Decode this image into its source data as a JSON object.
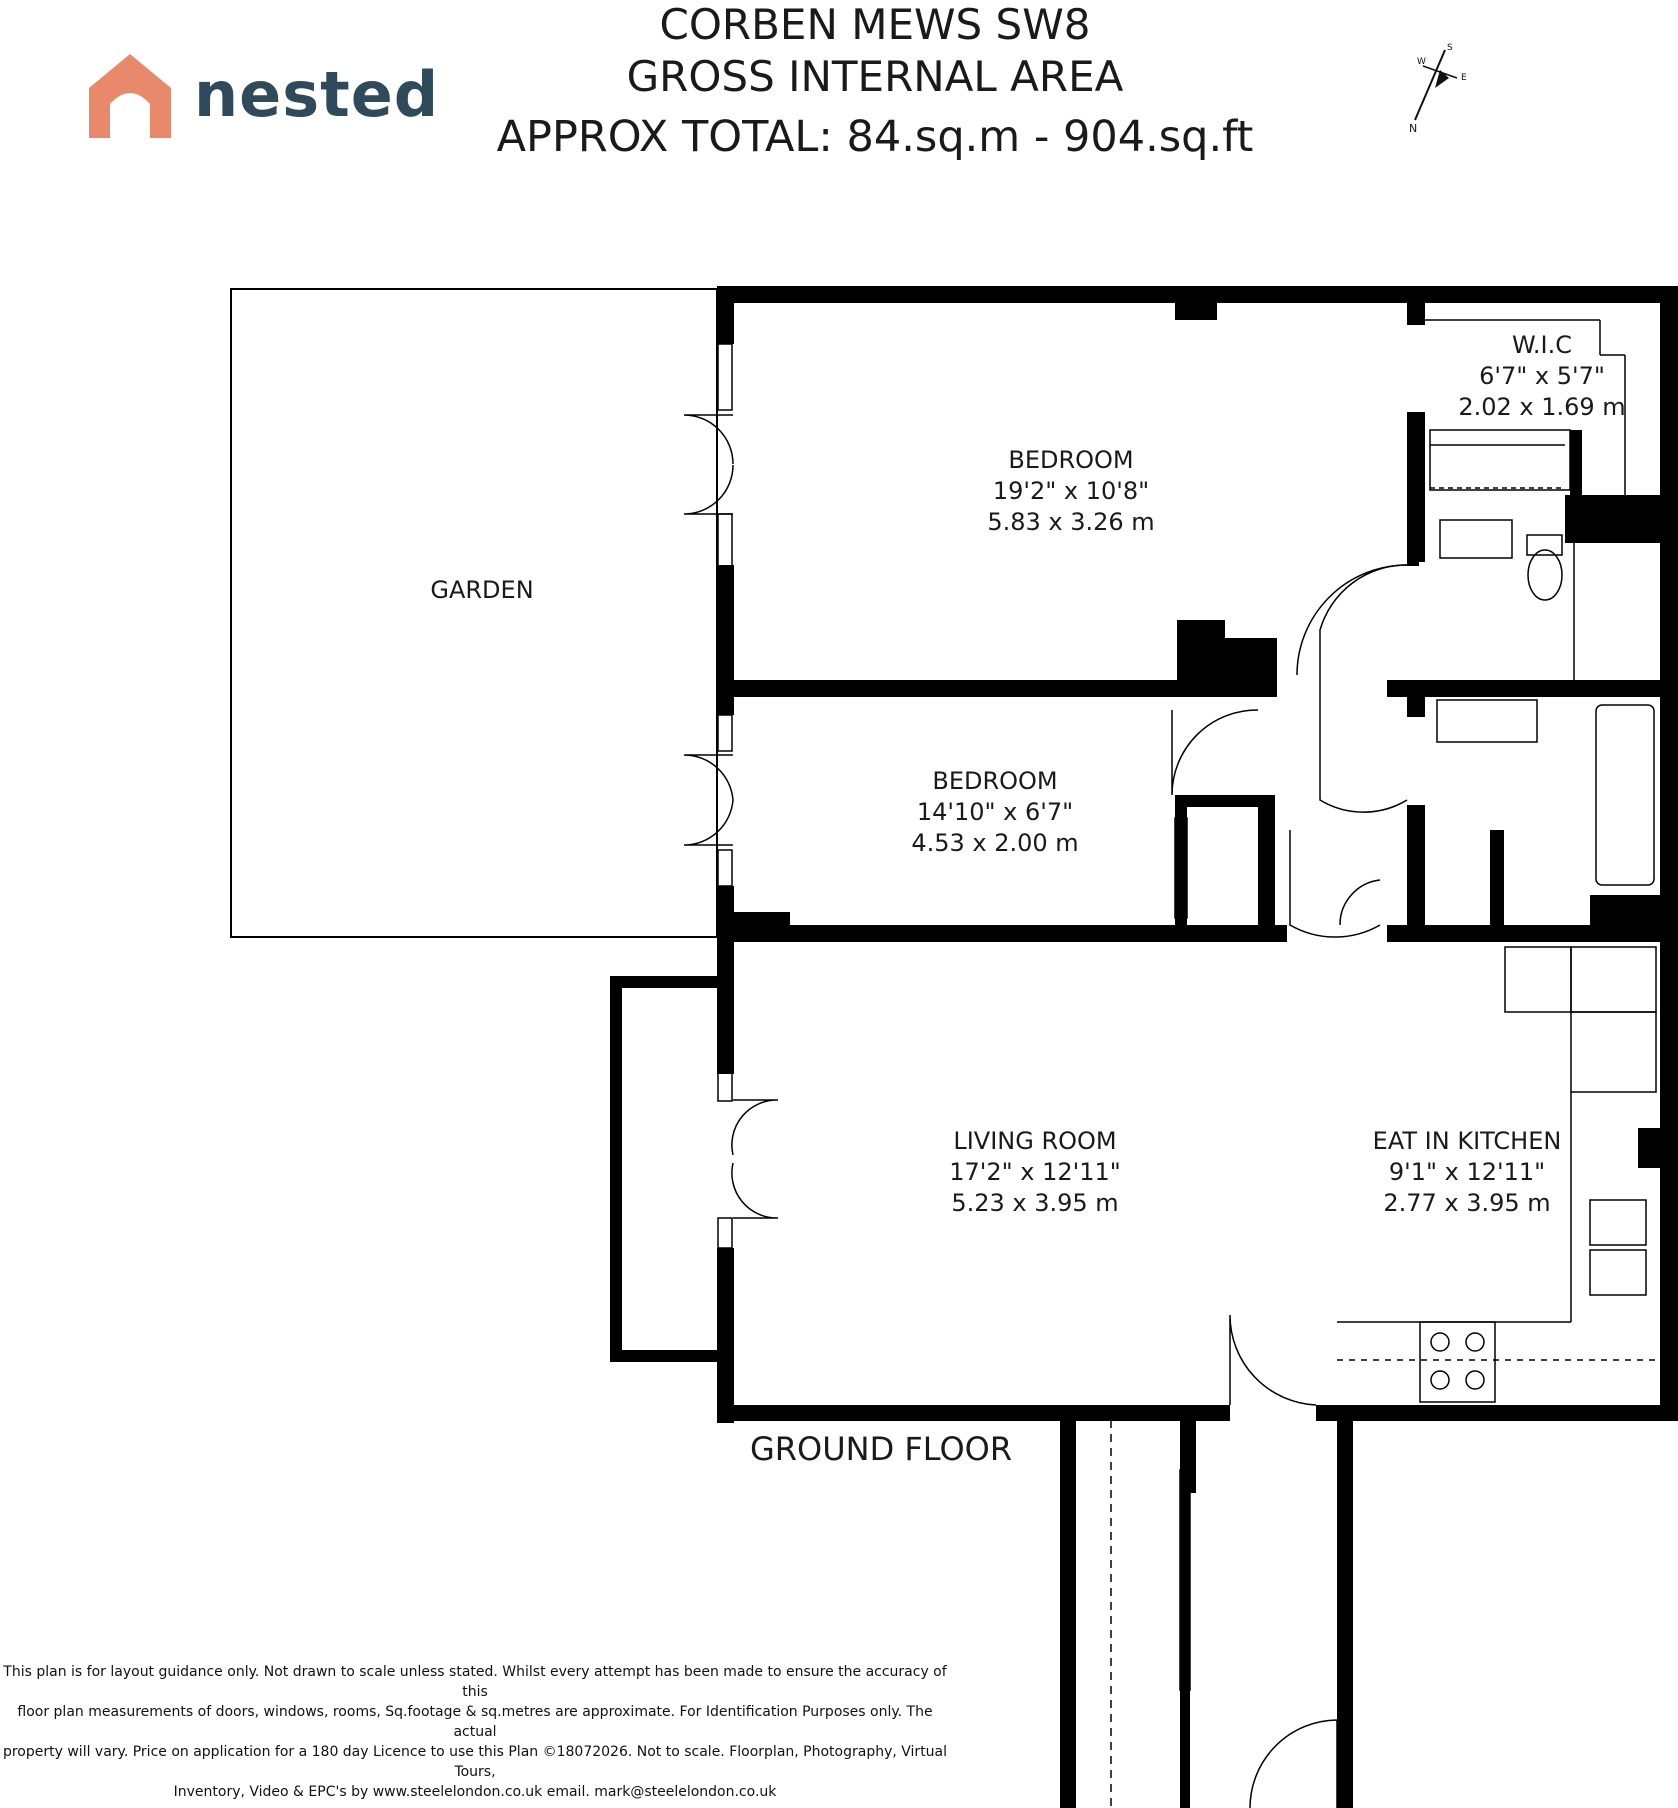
{
  "header": {
    "title_line1": "CORBEN MEWS SW8",
    "title_line2": "GROSS INTERNAL AREA",
    "title_line3": "APPROX TOTAL: 84.sq.m - 904.sq.ft"
  },
  "logo": {
    "text": "nested",
    "color": "#e8896b"
  },
  "compass": {
    "icon": "north-arrow-icon",
    "labels": [
      "N",
      "S",
      "E",
      "W"
    ]
  },
  "rooms": [
    {
      "name": "GARDEN",
      "imperial": "",
      "metric": ""
    },
    {
      "name": "BEDROOM",
      "imperial": "19'2\" x 10'8\"",
      "metric": "5.83 x 3.26 m"
    },
    {
      "name": "W.I.C",
      "imperial": "6'7\" x 5'7\"",
      "metric": "2.02 x 1.69 m"
    },
    {
      "name": "BEDROOM",
      "imperial": "14'10\" x 6'7\"",
      "metric": "4.53 x 2.00 m"
    },
    {
      "name": "LIVING ROOM",
      "imperial": "17'2\" x 12'11\"",
      "metric": "5.23 x 3.95 m"
    },
    {
      "name": "EAT IN KITCHEN",
      "imperial": "9'1\" x 12'11\"",
      "metric": "2.77 x 3.95 m"
    }
  ],
  "floor_label": "GROUND FLOOR",
  "disclaimer": {
    "line1": "This plan is for layout guidance only. Not drawn to scale unless stated. Whilst every attempt has been made to ensure the accuracy of this",
    "line2": "floor plan measurements of doors, windows, rooms, Sq.footage & sq.metres are approximate. For Identification Purposes only. The actual",
    "line3": "property will vary. Price on application for a 180 day Licence to use this Plan ©18072026. Not to scale. Floorplan, Photography, Virtual Tours,",
    "line4": "Inventory, Video & EPC's by www.steelelondon.co.uk  email. mark@steelelondon.co.uk"
  },
  "colors": {
    "wall": "#000000",
    "text": "#1a1a1a",
    "logo_text": "#2f4a5a",
    "logo_icon": "#e8896b"
  }
}
